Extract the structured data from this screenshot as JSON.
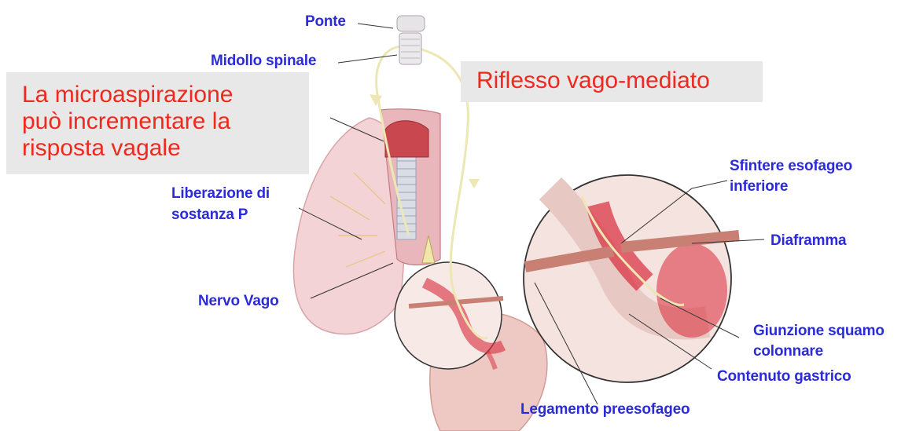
{
  "labels": {
    "ponte": "Ponte",
    "midollo": "Midollo spinale",
    "liberazione_1": "Liberazione di",
    "liberazione_2": "sostanza P",
    "nervo_vago": "Nervo Vago",
    "sfintere_1": "Sfintere esofageo",
    "sfintere_2": "inferiore",
    "diaframma": "Diaframma",
    "giunzione_1": "Giunzione squamo",
    "giunzione_2": "colonnare",
    "contenuto": "Contenuto gastrico",
    "legamento": "Legamento preesofageo"
  },
  "callouts": {
    "micro_1": "La microaspirazione",
    "micro_2": "può incrementare la",
    "micro_3": "risposta vagale",
    "vago": "Riflesso vago-mediato"
  },
  "colors": {
    "label_text": "#2b2bd9",
    "callout_text": "#f0281e",
    "callout_bg": "#e8e8e8",
    "tissue_red": "#d8293a",
    "nerve_yellow": "#ece7b4"
  }
}
